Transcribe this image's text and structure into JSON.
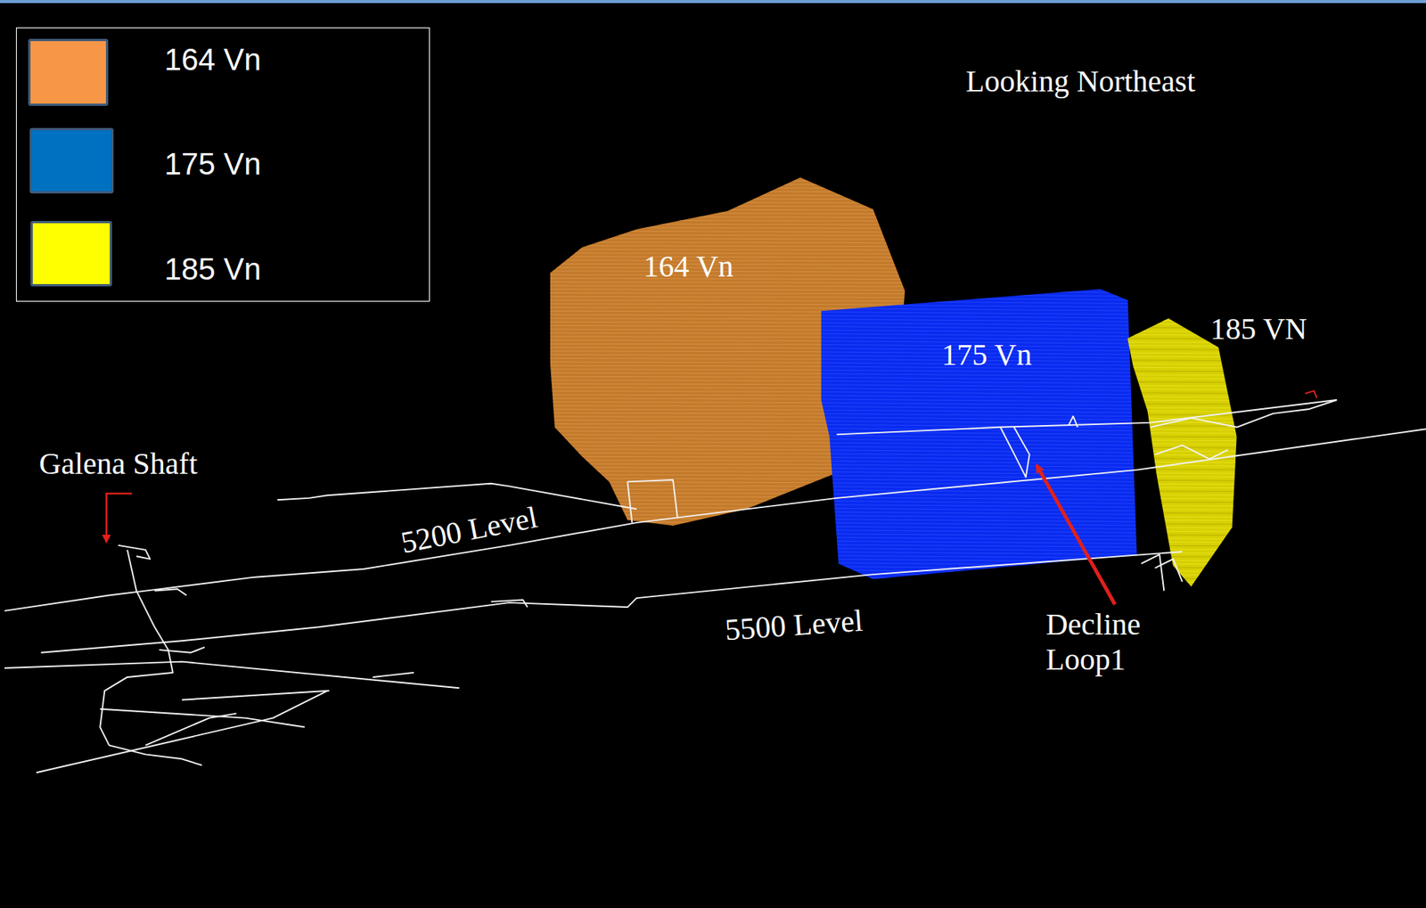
{
  "diagram": {
    "nodes": [
      {
        "text": [
          "164 Vn"
        ]
      },
      {
        "text": [
          "175 Vn"
        ]
      },
      {
        "text": [
          "185 VN"
        ]
      }
    ],
    "labels": [
      "Looking Northeast",
      "Galena Shaft",
      "5200 Level",
      "5500 Level",
      "Decline Loop1"
    ],
    "legend": [
      {
        "text": "164 Vn",
        "color": "#f79646"
      },
      {
        "text": "175 Vn",
        "color": "#0070c0"
      },
      {
        "text": "185 Vn",
        "color": "#ffff00"
      }
    ]
  }
}
